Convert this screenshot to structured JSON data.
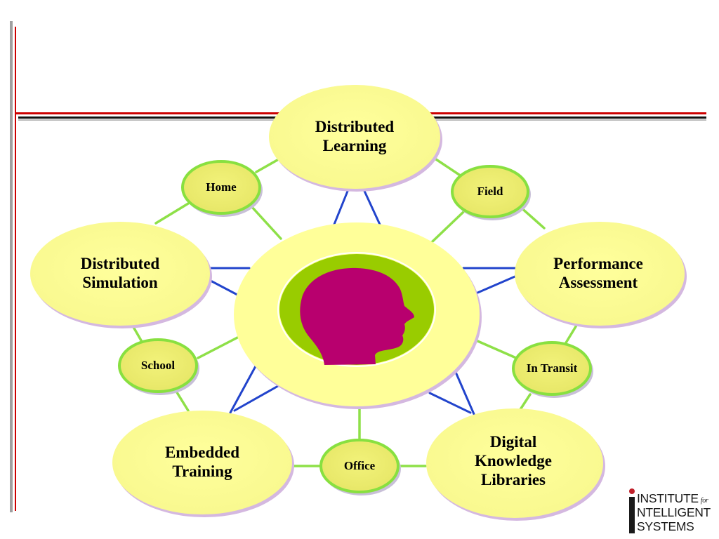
{
  "nodes": {
    "distributed_learning": [
      "Distributed",
      "Learning"
    ],
    "distributed_simulation": [
      "Distributed",
      "Simulation"
    ],
    "performance_assessment": [
      "Performance",
      "Assessment"
    ],
    "embedded_training": [
      "Embedded",
      "Training"
    ],
    "digital_knowledge_libraries": [
      "Digital",
      "Knowledge",
      "Libraries"
    ]
  },
  "locations": {
    "home": "Home",
    "field": "Field",
    "school": "School",
    "in_transit": "In Transit",
    "office": "Office"
  },
  "logo": {
    "line1": "INSTITUTE",
    "for": "for",
    "line2": "NTELLIGENT",
    "line3": "SYSTEMS"
  },
  "colors": {
    "ellipse_fill": "#ffff99",
    "location_fill": "#eeee70",
    "location_border": "#88e040",
    "green_line": "#8ee048",
    "blue_line": "#2244cc",
    "head_bg": "#99cc00",
    "head": "#b8006e",
    "rule_red": "#cc0000",
    "rule_black": "#111111",
    "rule_grey": "#a0a0a0"
  }
}
